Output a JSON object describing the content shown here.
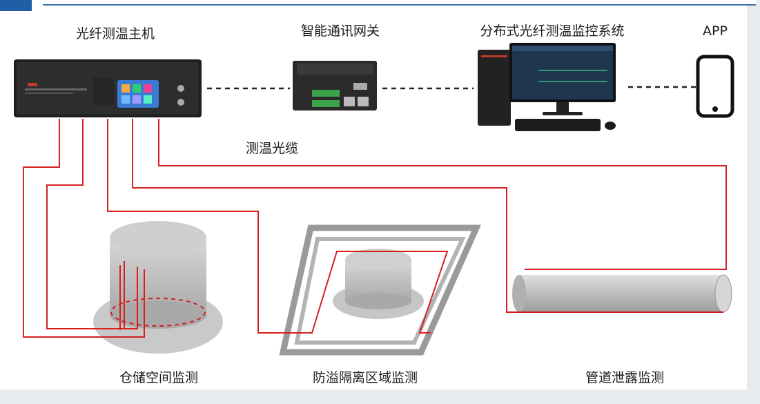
{
  "labels": {
    "host": "光纤测温主机",
    "gateway": "智能通讯网关",
    "system": "分布式光纤测温监控系统",
    "app": "APP",
    "cable": "测温光缆",
    "storage": "仓储空间监测",
    "overflow": "防溢隔离区域监测",
    "pipeline": "管道泄露监测"
  },
  "colors": {
    "accent": "#1f5fa6",
    "fiber": "#d61f1f",
    "device": "#2b2b2b",
    "tank": "#b9b9b9"
  }
}
